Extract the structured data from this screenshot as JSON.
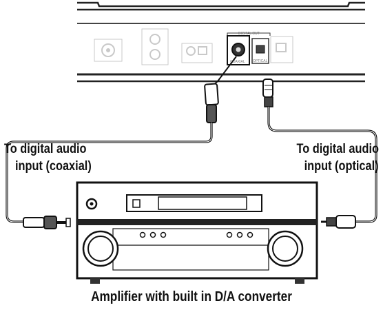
{
  "labels": {
    "coaxial_line1": "To digital audio",
    "coaxial_line2": "input (coaxial)",
    "optical_line1": "To digital audio",
    "optical_line2": "input (optical)",
    "amplifier": "Amplifier with built in D/A converter"
  },
  "player_panel": {
    "digital_out_label": "DIGITAL OUT",
    "coaxial_jack_label": "COAXIAL",
    "optical_jack_label": "OPTICAL"
  }
}
